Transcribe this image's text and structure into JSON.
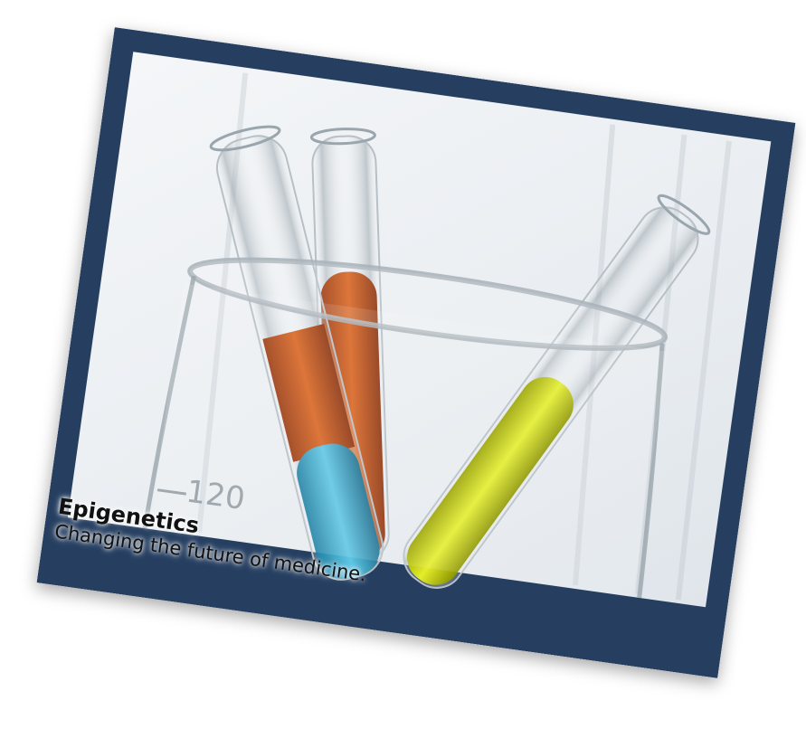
{
  "card": {
    "title": "Epigenetics",
    "subtitle": "Changing the future of medicine.",
    "frame_color": "#263f61"
  },
  "photo": {
    "beaker_marking": "120"
  }
}
